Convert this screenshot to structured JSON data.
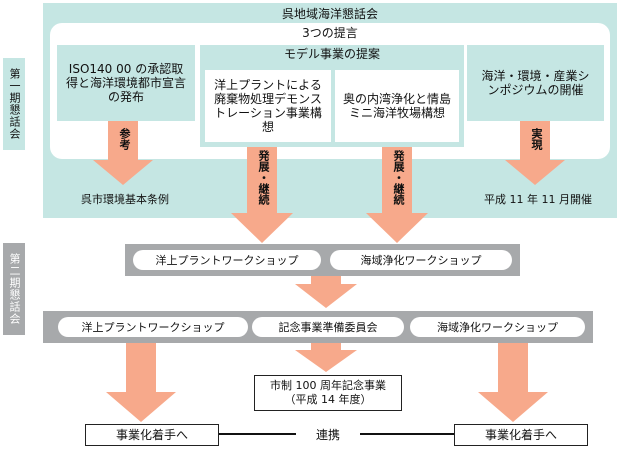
{
  "phase1": {
    "side_label": "第一期懇話会",
    "title": "呉地域海洋懇話会",
    "proposals_title": "3つの提言",
    "box1": "ISO140 00 の承認取得と海洋環境都市宣言の発布",
    "model_title": "モデル事業の提案",
    "box2": "洋上プラントによる廃棄物処理デモンストレーション事業構想",
    "box3": "奥の内湾浄化と情島ミニ海洋牧場構想",
    "box4": "海洋・環境・産業シンポジウムの開催",
    "result1": "呉市環境基本条例",
    "result4": "平成 11 年 11 月開催"
  },
  "arrows": {
    "a1": "参考",
    "a2": "発展・継続",
    "a3": "発展・継続",
    "a4": "実現"
  },
  "phase2": {
    "side_label": "第二期懇話会",
    "ws1": "洋上プラントワークショップ",
    "ws2": "海域浄化ワークショップ"
  },
  "phase3": {
    "item1": "洋上プラントワークショップ",
    "item2": "記念事業準備委員会",
    "item3": "海域浄化ワークショップ",
    "memorial_line1": "市制 100 周年記念事業",
    "memorial_line2": "（平成 14 年度）",
    "left_action": "事業化着手へ",
    "link": "連携",
    "right_action": "事業化着手へ"
  },
  "colors": {
    "teal": "#c5e6e3",
    "grey": "#a7a9ab",
    "arrow": "#f7a98b"
  }
}
